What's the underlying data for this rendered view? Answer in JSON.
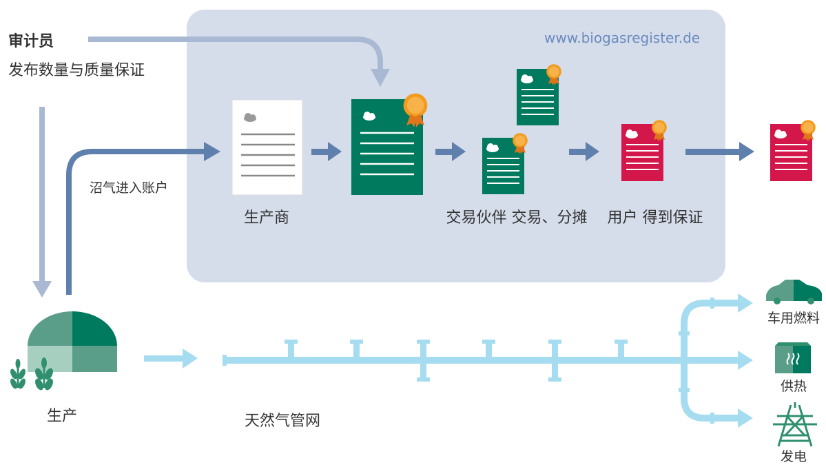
{
  "auditor": {
    "title": "审计员",
    "description": "发布数量与质量保证"
  },
  "registry": {
    "url": "www.biogasregister.de"
  },
  "flow": {
    "feed_in_label": "沼气进入账户",
    "producer_label": "生产商",
    "trading": {
      "line1": "交易伙伴",
      "line2": "交易、分摊"
    },
    "user": {
      "line1": "用户",
      "line2": "得到保证"
    }
  },
  "production": {
    "label": "生产"
  },
  "grid": {
    "label": "天然气管网"
  },
  "uses": {
    "fuel": "车用燃料",
    "heating": "供热",
    "power": "发电"
  },
  "colors": {
    "panel_bg": "#d5dcea",
    "arrow_blue": "#5f7fad",
    "arrow_light": "#a9b9d3",
    "certificate_green": "#007a5e",
    "certificate_red": "#d4174a",
    "pipe": "#a6dcef",
    "badge_orange": "#f39b1c",
    "url_text": "#6a8bbf"
  }
}
